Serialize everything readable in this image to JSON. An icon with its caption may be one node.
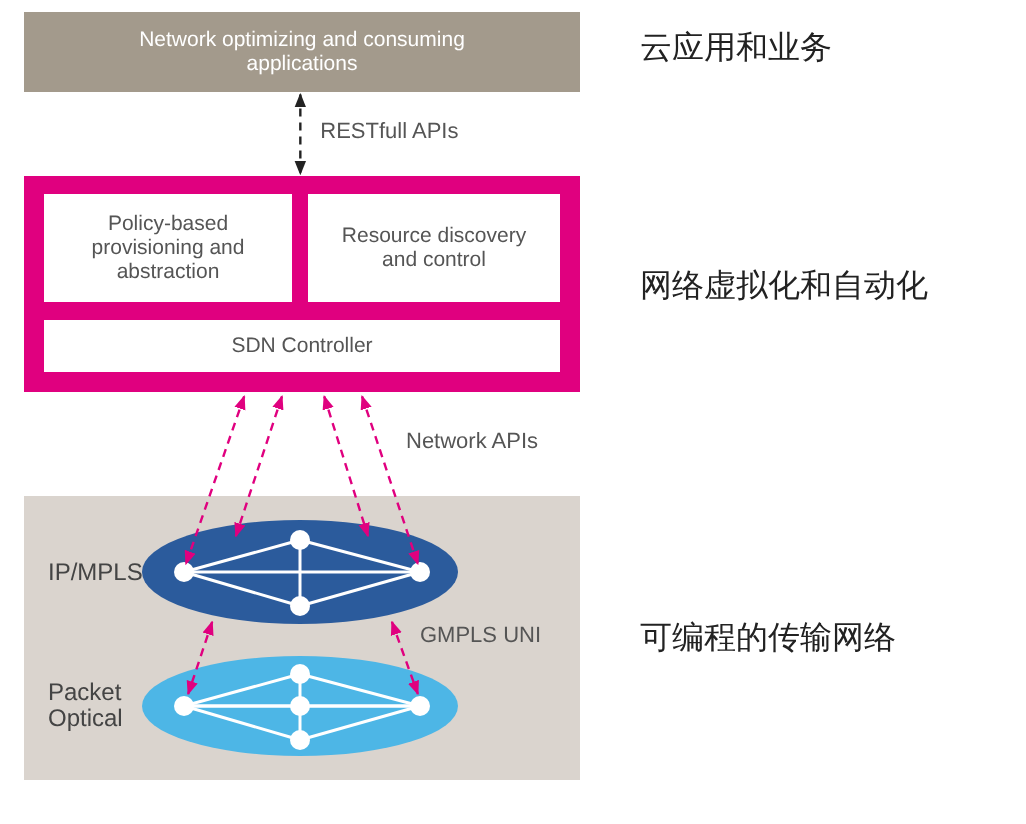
{
  "diagram": {
    "nodes": [
      {
        "text": [
          "Network optimizing and consuming applications"
        ]
      },
      {
        "text": [],
        "shape": "box"
      },
      {
        "text": [
          "Policy-based provisioning and abstraction"
        ],
        "in": 1
      },
      {
        "text": [
          "Resource discovery and control"
        ],
        "in": 1
      },
      {
        "text": [
          "SDN Controller"
        ],
        "in": 1
      },
      {
        "text": [],
        "shape": "box"
      },
      {
        "text": [],
        "shape": "ellipse",
        "in": 5,
        "beside": [
          "IP/MPLS"
        ]
      },
      {
        "text": [],
        "shape": "ellipse",
        "in": 5,
        "beside": [
          "Packet Optical"
        ]
      }
    ],
    "edges": [
      {
        "from": 0,
        "to": 1,
        "arrow": "both",
        "style": "dashed",
        "color": "#222222",
        "label": "RESTfull APIs"
      },
      {
        "from": 1,
        "to": 6,
        "arrow": "both",
        "style": "dashed",
        "color": "#e0007f"
      },
      {
        "from": 1,
        "to": 6,
        "arrow": "both",
        "style": "dashed",
        "color": "#e0007f"
      },
      {
        "from": 1,
        "to": 6,
        "arrow": "both",
        "style": "dashed",
        "color": "#e0007f"
      },
      {
        "from": 1,
        "to": 6,
        "arrow": "both",
        "style": "dashed",
        "color": "#e0007f"
      },
      {
        "from": 6,
        "to": 7,
        "arrow": "both",
        "style": "dashed",
        "color": "#e0007f"
      },
      {
        "from": 6,
        "to": 7,
        "arrow": "both",
        "style": "dashed",
        "color": "#e0007f"
      }
    ],
    "labels": [
      "云应用和业务",
      "网络虚拟化和自动化",
      "Network APIs",
      "GMPLS UNI",
      "可编程的传输网络"
    ]
  }
}
